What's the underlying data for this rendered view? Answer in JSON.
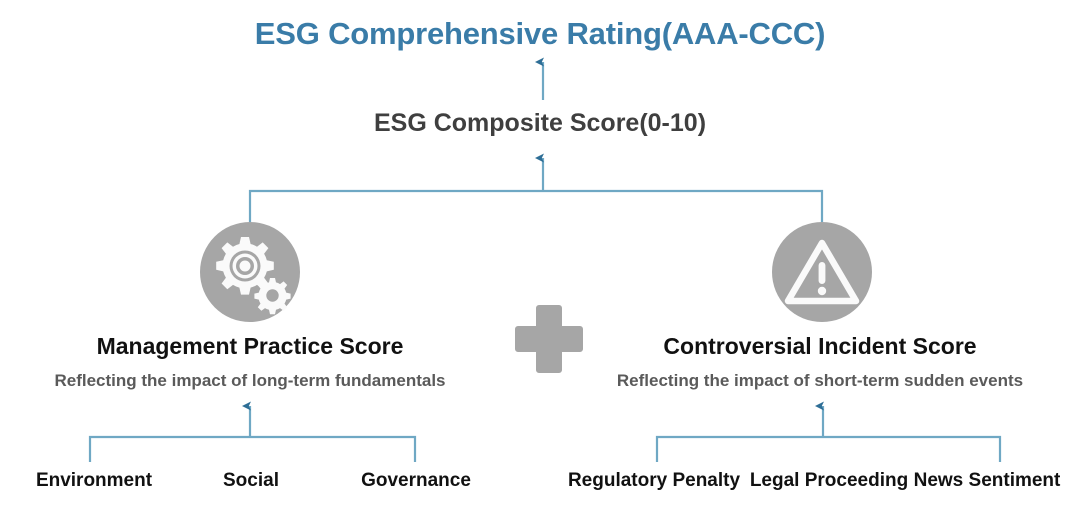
{
  "diagram": {
    "title": "ESG Comprehensive Rating(AAA-CCC)",
    "composite": "ESG Composite Score(0-10)",
    "operator": "plus-sign",
    "colors": {
      "title_blue": "#3A7CA8",
      "connector_blue": "#6FA8C4",
      "arrowhead_blue": "#2E6E96",
      "icon_circle_gray": "#A6A6A6",
      "plus_gray": "#A6A6A6",
      "heading_black": "#111111",
      "subtitle_gray": "#5A5A5A",
      "composite_gray": "#3F3F3F"
    },
    "branches": [
      {
        "id": "management-practice",
        "icon": "gears-icon",
        "title": "Management Practice Score",
        "subtitle": "Reflecting the impact of long-term fundamentals",
        "leaves": [
          "Environment",
          "Social",
          "Governance"
        ]
      },
      {
        "id": "controversial-incident",
        "icon": "warning-triangle-icon",
        "title": "Controversial Incident Score",
        "subtitle": "Reflecting the impact of short-term sudden events",
        "leaves": [
          "Regulatory Penalty",
          "Legal Proceeding",
          "News Sentiment"
        ]
      }
    ]
  }
}
